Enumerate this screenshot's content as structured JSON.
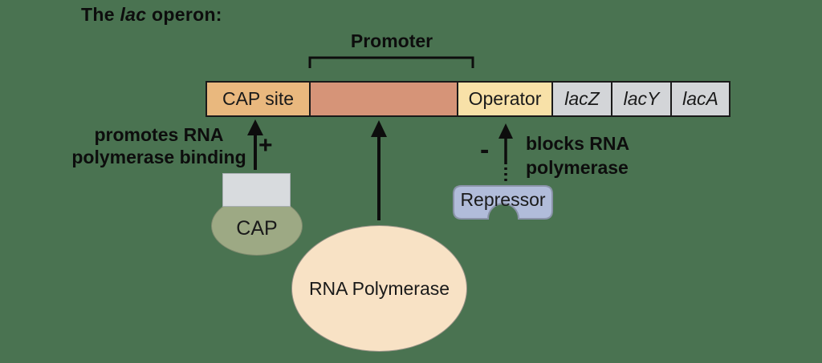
{
  "background_color": "#4A7351",
  "title": {
    "prefix": "The ",
    "gene": "lac",
    "suffix": " operon:"
  },
  "promoter_bracket": {
    "label": "Promoter"
  },
  "dna_bar": {
    "segments": [
      {
        "id": "cap-site",
        "label": "CAP site",
        "color": "#E9B87E",
        "italic": false
      },
      {
        "id": "promoter-region",
        "label": "",
        "color": "#D69478",
        "italic": false
      },
      {
        "id": "operator",
        "label": "Operator",
        "color": "#F8E1A8",
        "italic": false
      },
      {
        "id": "lacZ",
        "label": "lacZ",
        "color": "#D3D5D8",
        "italic": true
      },
      {
        "id": "lacY",
        "label": "lacY",
        "color": "#D3D5D8",
        "italic": true
      },
      {
        "id": "lacA",
        "label": "lacA",
        "color": "#D3D5D8",
        "italic": true
      }
    ],
    "border_color": "#1a1a1a"
  },
  "annotations": {
    "cap_note_line1": "promotes RNA",
    "cap_note_line2": "polymerase binding",
    "cap_sign": "+",
    "repressor_sign": "-",
    "repressor_note_line1": "blocks RNA",
    "repressor_note_line2": "polymerase"
  },
  "proteins": {
    "cap": {
      "label": "CAP",
      "body_color": "#9DA984",
      "binding_domain_color": "#D8DBDE"
    },
    "rna_polymerase": {
      "label": "RNA Polymerase",
      "color": "#F8E2C5"
    },
    "repressor": {
      "label": "Repressor",
      "color": "#B1BCDA"
    }
  }
}
